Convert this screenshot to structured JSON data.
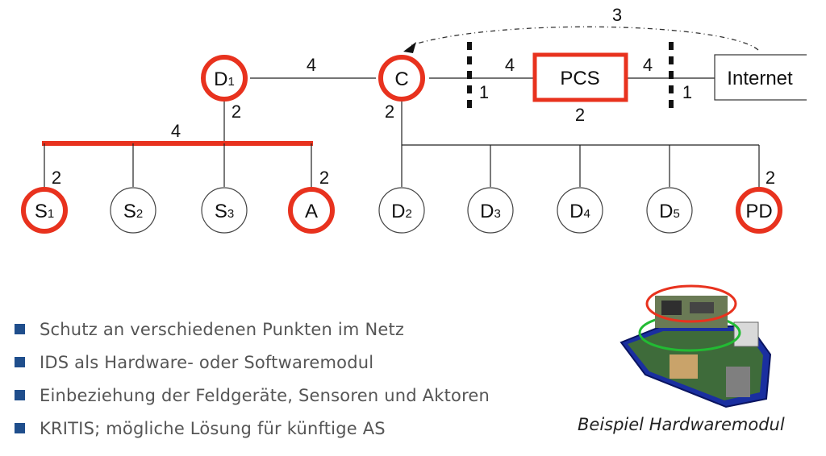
{
  "nodes": [
    {
      "id": "D1",
      "main": "D",
      "sub": "1",
      "highlight": true
    },
    {
      "id": "C",
      "main": "C",
      "sub": "",
      "highlight": true
    },
    {
      "id": "S1",
      "main": "S",
      "sub": "1",
      "highlight": true
    },
    {
      "id": "S2",
      "main": "S",
      "sub": "2",
      "highlight": false
    },
    {
      "id": "S3",
      "main": "S",
      "sub": "3",
      "highlight": false
    },
    {
      "id": "A",
      "main": "A",
      "sub": "",
      "highlight": true
    },
    {
      "id": "D2",
      "main": "D",
      "sub": "2",
      "highlight": false
    },
    {
      "id": "D3",
      "main": "D",
      "sub": "3",
      "highlight": false
    },
    {
      "id": "D4",
      "main": "D",
      "sub": "4",
      "highlight": false
    },
    {
      "id": "D5",
      "main": "D",
      "sub": "5",
      "highlight": false
    },
    {
      "id": "PD",
      "main": "PD",
      "sub": "",
      "highlight": true
    }
  ],
  "boxes": {
    "pcs": "PCS",
    "internet": "Internet"
  },
  "edge_labels": {
    "d1_c": "4",
    "c_pcs": "4",
    "pcs_internet": "4",
    "d1_down": "2",
    "bus": "4",
    "s1": "2",
    "a": "2",
    "c_down": "2",
    "pd": "2",
    "pcs_below": "2",
    "barrier_left": "1",
    "barrier_right": "1",
    "loop": "3"
  },
  "bullets": [
    "Schutz an verschiedenen Punkten im Netz",
    "IDS als Hardware- oder Softwaremodul",
    "Einbeziehung der Feldgeräte, Sensoren und Aktoren",
    "KRITIS; mögliche Lösung für künftige AS"
  ],
  "caption": "Beispiel Hardwaremodul",
  "colors": {
    "highlight": "#e8321e",
    "line": "#222222",
    "bullet": "#1f4e8c"
  }
}
